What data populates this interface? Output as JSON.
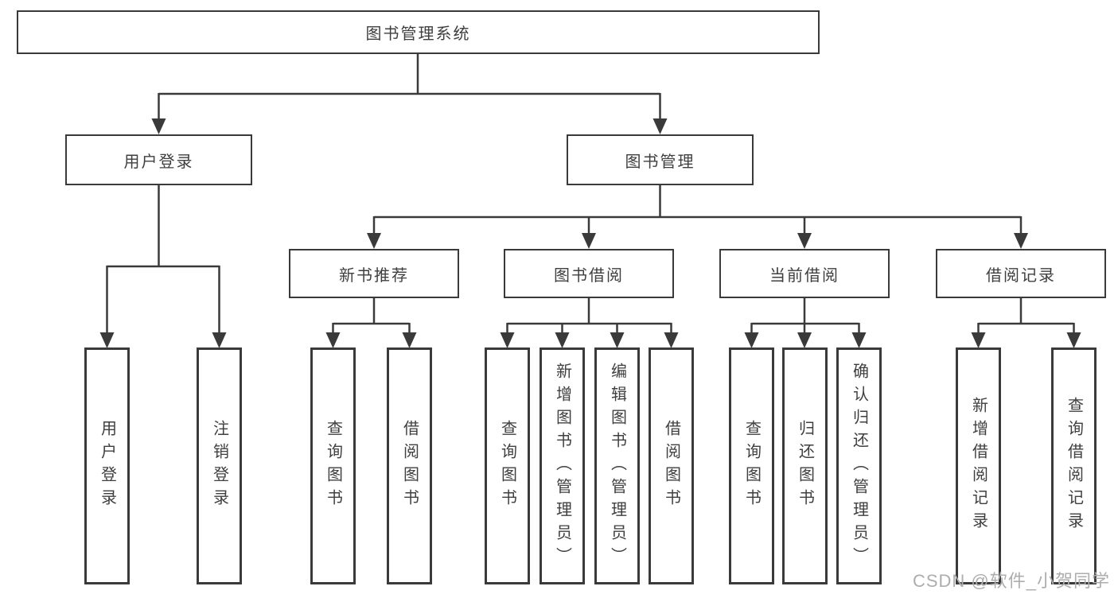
{
  "colors": {
    "line": "#3a3a3a",
    "box_border": "#3a3a3a",
    "text": "#3f3f3f",
    "background": "#ffffff",
    "watermark": "#adadad"
  },
  "diagram": {
    "root": {
      "label": "图书管理系统"
    },
    "level2": [
      {
        "label": "用户登录"
      },
      {
        "label": "图书管理"
      }
    ],
    "level3": [
      {
        "label": "新书推荐"
      },
      {
        "label": "图书借阅"
      },
      {
        "label": "当前借阅"
      },
      {
        "label": "借阅记录"
      }
    ],
    "leaves": [
      {
        "label": "用户登录"
      },
      {
        "label": "注销登录"
      },
      {
        "label": "查询图书"
      },
      {
        "label": "借阅图书"
      },
      {
        "label": "查询图书"
      },
      {
        "label": "新增图书（管理员）"
      },
      {
        "label": "编辑图书（管理员）"
      },
      {
        "label": "借阅图书"
      },
      {
        "label": "查询图书"
      },
      {
        "label": "归还图书"
      },
      {
        "label": "确认归还（管理员）"
      },
      {
        "label": "新增借阅记录"
      },
      {
        "label": "查询借阅记录"
      }
    ]
  },
  "watermark": {
    "text": "CSDN @软件_小贺同学"
  }
}
